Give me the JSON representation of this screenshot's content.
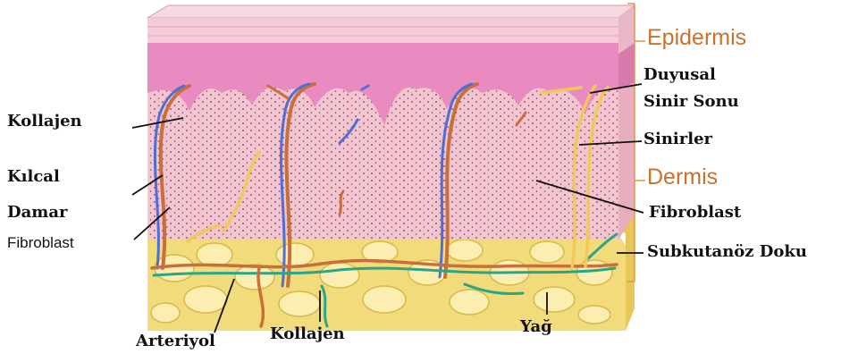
{
  "layers": {
    "epidermis": "Epidermis",
    "dermis": "Dermis",
    "subcutaneous": "Subkutanöz Doku"
  },
  "labels": {
    "kollajen_top": "Kollajen",
    "kilcal_1": "Kılcal",
    "kilcal_2": "Damar",
    "fibroblast_left": "Fibroblast",
    "duyusal_1": "Duyusal",
    "duyusal_2": "Sinir Sonu",
    "sinirler": "Sinirler",
    "fibroblast_right": "Fibroblast",
    "arteriyol": "Arteriyol",
    "kollajen_bottom": "Kollajen",
    "yag": "Yağ"
  },
  "colors": {
    "epidermis": "#e98bc0",
    "dermis": "#f3c5d0",
    "fat": "#f2db7a",
    "layer_text": "#c8722a",
    "artery": "#c96f3c",
    "vein": "#4f6fd6",
    "nerve": "#f0c95a"
  }
}
